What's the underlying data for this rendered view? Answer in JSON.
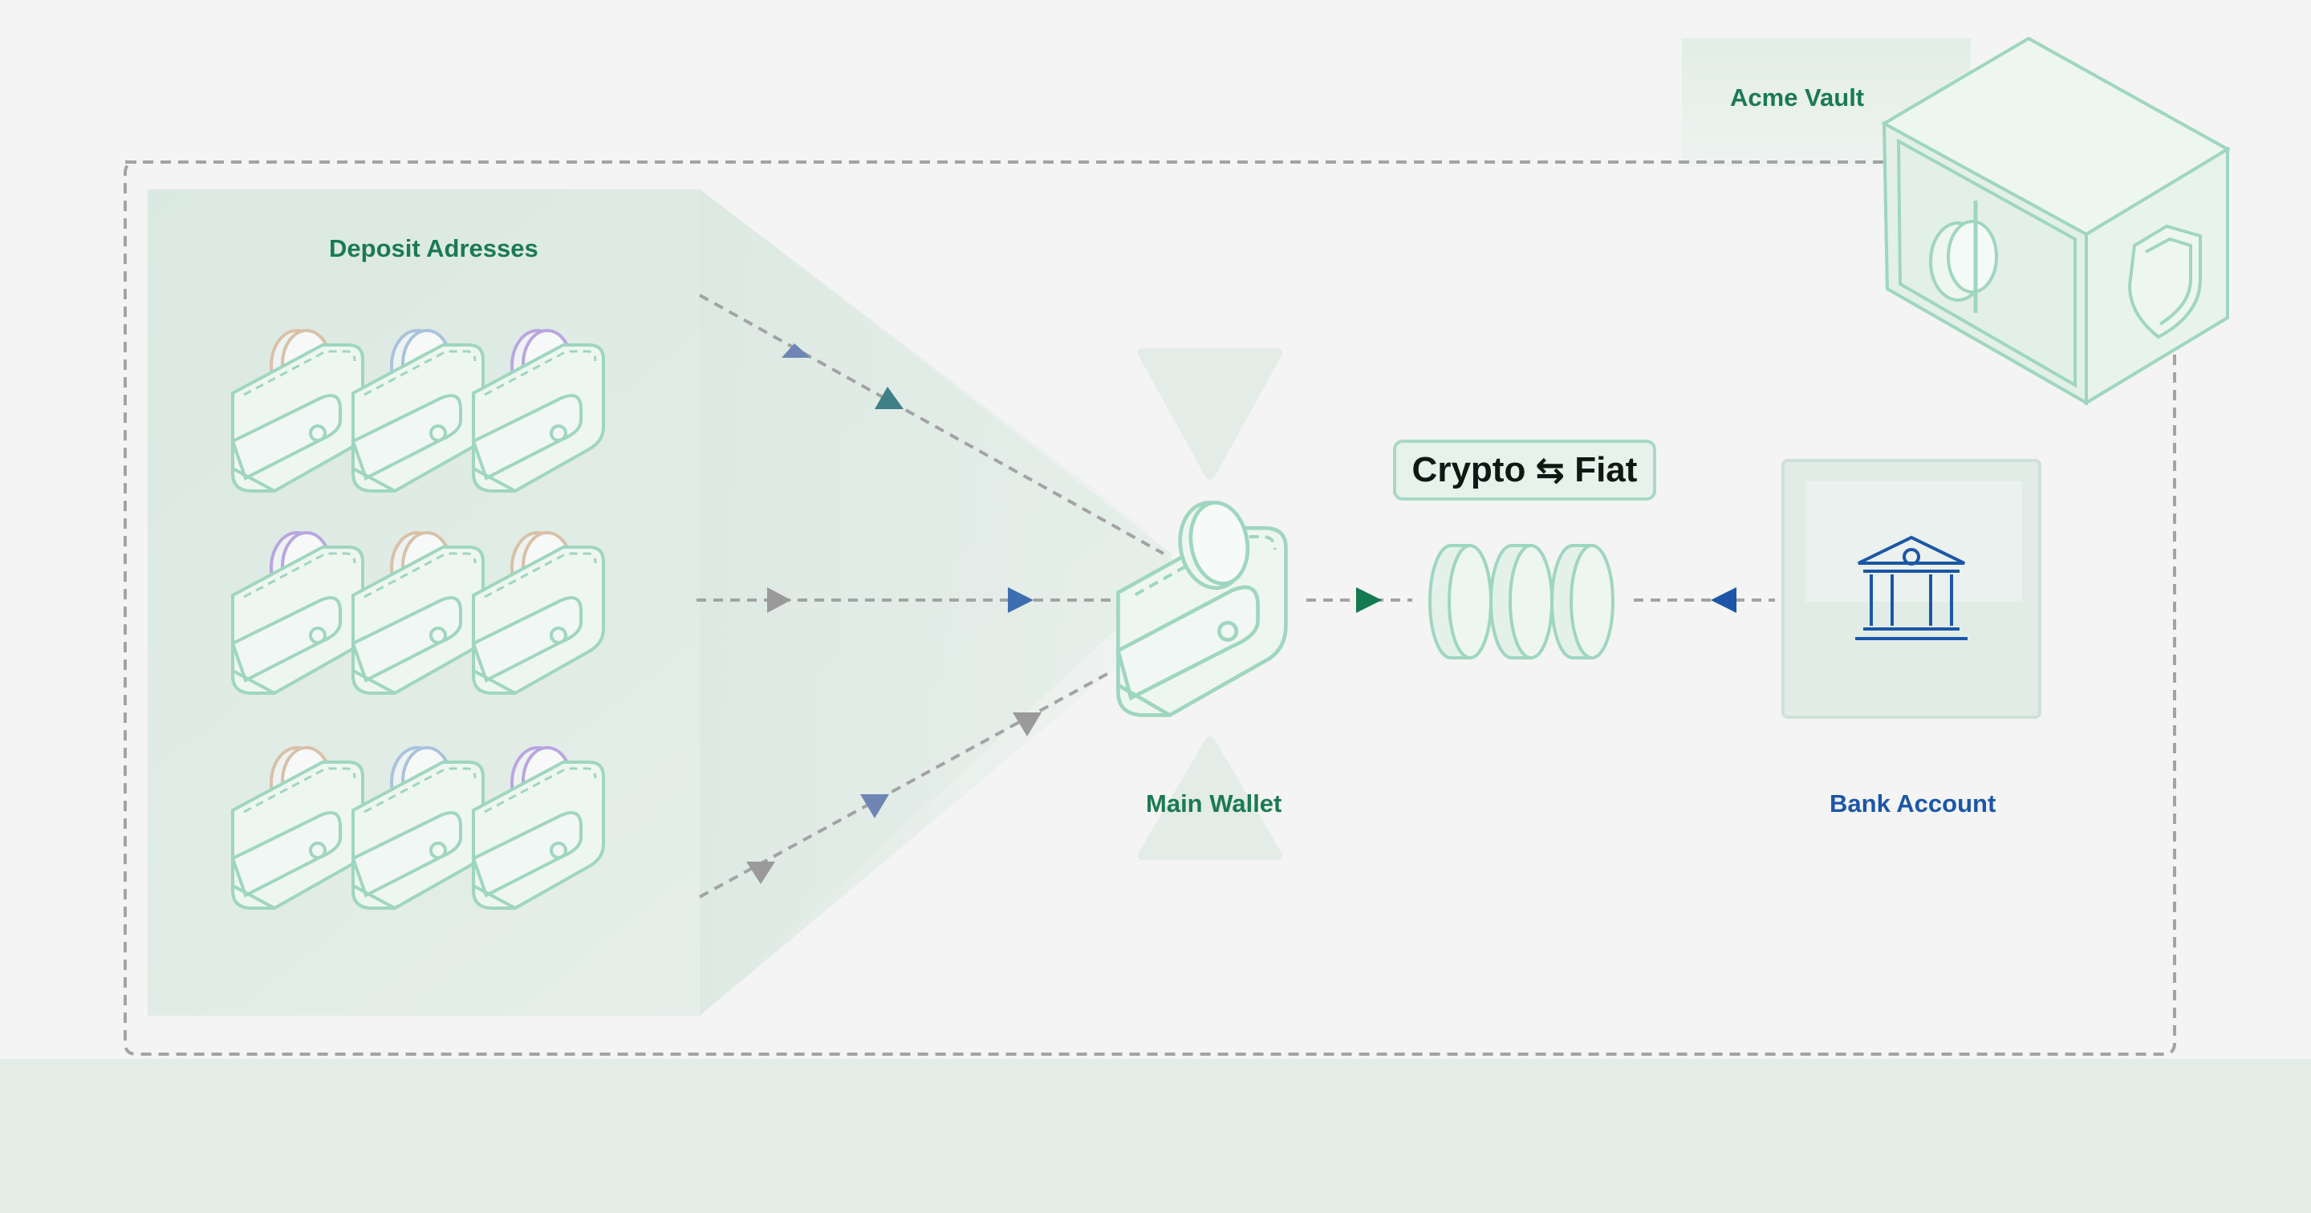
{
  "labels": {
    "vault": "Acme Vault",
    "deposit_addresses": "Deposit Adresses",
    "main_wallet": "Main Wallet",
    "bank_account": "Bank Account"
  },
  "exchange": {
    "from": "Crypto",
    "arrow": "⇆",
    "to": "Fiat"
  },
  "colors": {
    "accent_green": "#1b7a52",
    "accent_blue": "#1c56a6",
    "outline_mint": "#9fd6bf",
    "panel_mint": "#dce9e2",
    "coin_tan": "#d8c1a8",
    "coin_blue": "#a9c3dc",
    "coin_purple": "#b9a6e0",
    "arrow_gray": "#9a9a9a",
    "arrow_slate": "#6f86b5",
    "arrow_teal": "#3f7f86",
    "arrow_blue": "#3d6fb0",
    "arrow_green": "#147a4f",
    "arrow_bank": "#1c56a6"
  },
  "icons": {
    "deposit_wallet": "wallet-with-coin-icon",
    "main_wallet": "wallet-icon",
    "coins": "coin-stack-icon",
    "bank": "bank-icon",
    "vault": "safe-icon"
  },
  "deposit_grid": [
    [
      "tan",
      "blue",
      "purple"
    ],
    [
      "purple",
      "tan",
      "tan"
    ],
    [
      "tan",
      "blue",
      "purple"
    ]
  ]
}
